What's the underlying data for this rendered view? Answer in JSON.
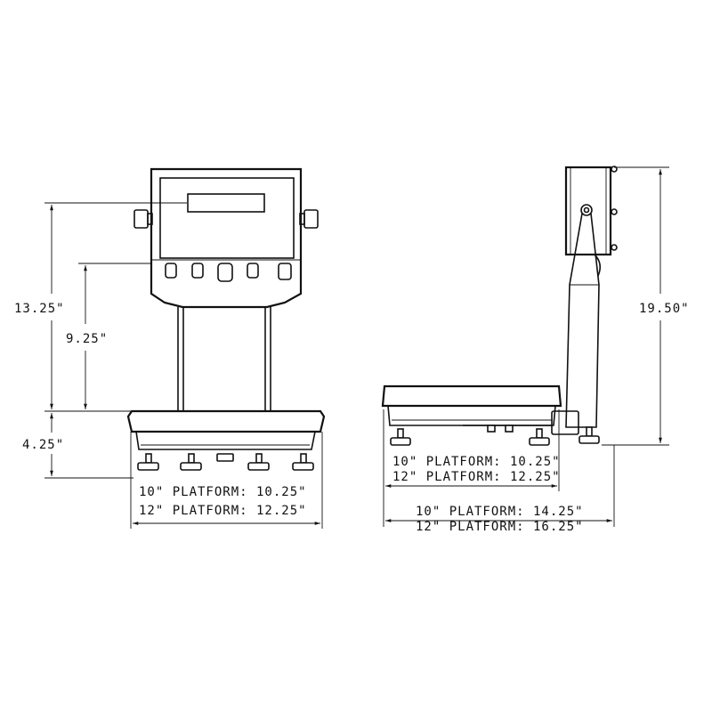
{
  "front_view": {
    "height_to_display": "13.25\"",
    "height_to_conduits": "9.25\"",
    "platform_height": "4.25\"",
    "width_line_1": "10\" PLATFORM: 10.25\"",
    "width_line_2": "12\" PLATFORM: 12.25\""
  },
  "side_view": {
    "overall_height": "19.50\"",
    "platform_depth_line_1": "10\" PLATFORM: 10.25\"",
    "platform_depth_line_2": "12\" PLATFORM: 12.25\"",
    "overall_depth_line_1": "10\" PLATFORM: 14.25\"",
    "overall_depth_line_2": "12\" PLATFORM: 16.25\""
  }
}
